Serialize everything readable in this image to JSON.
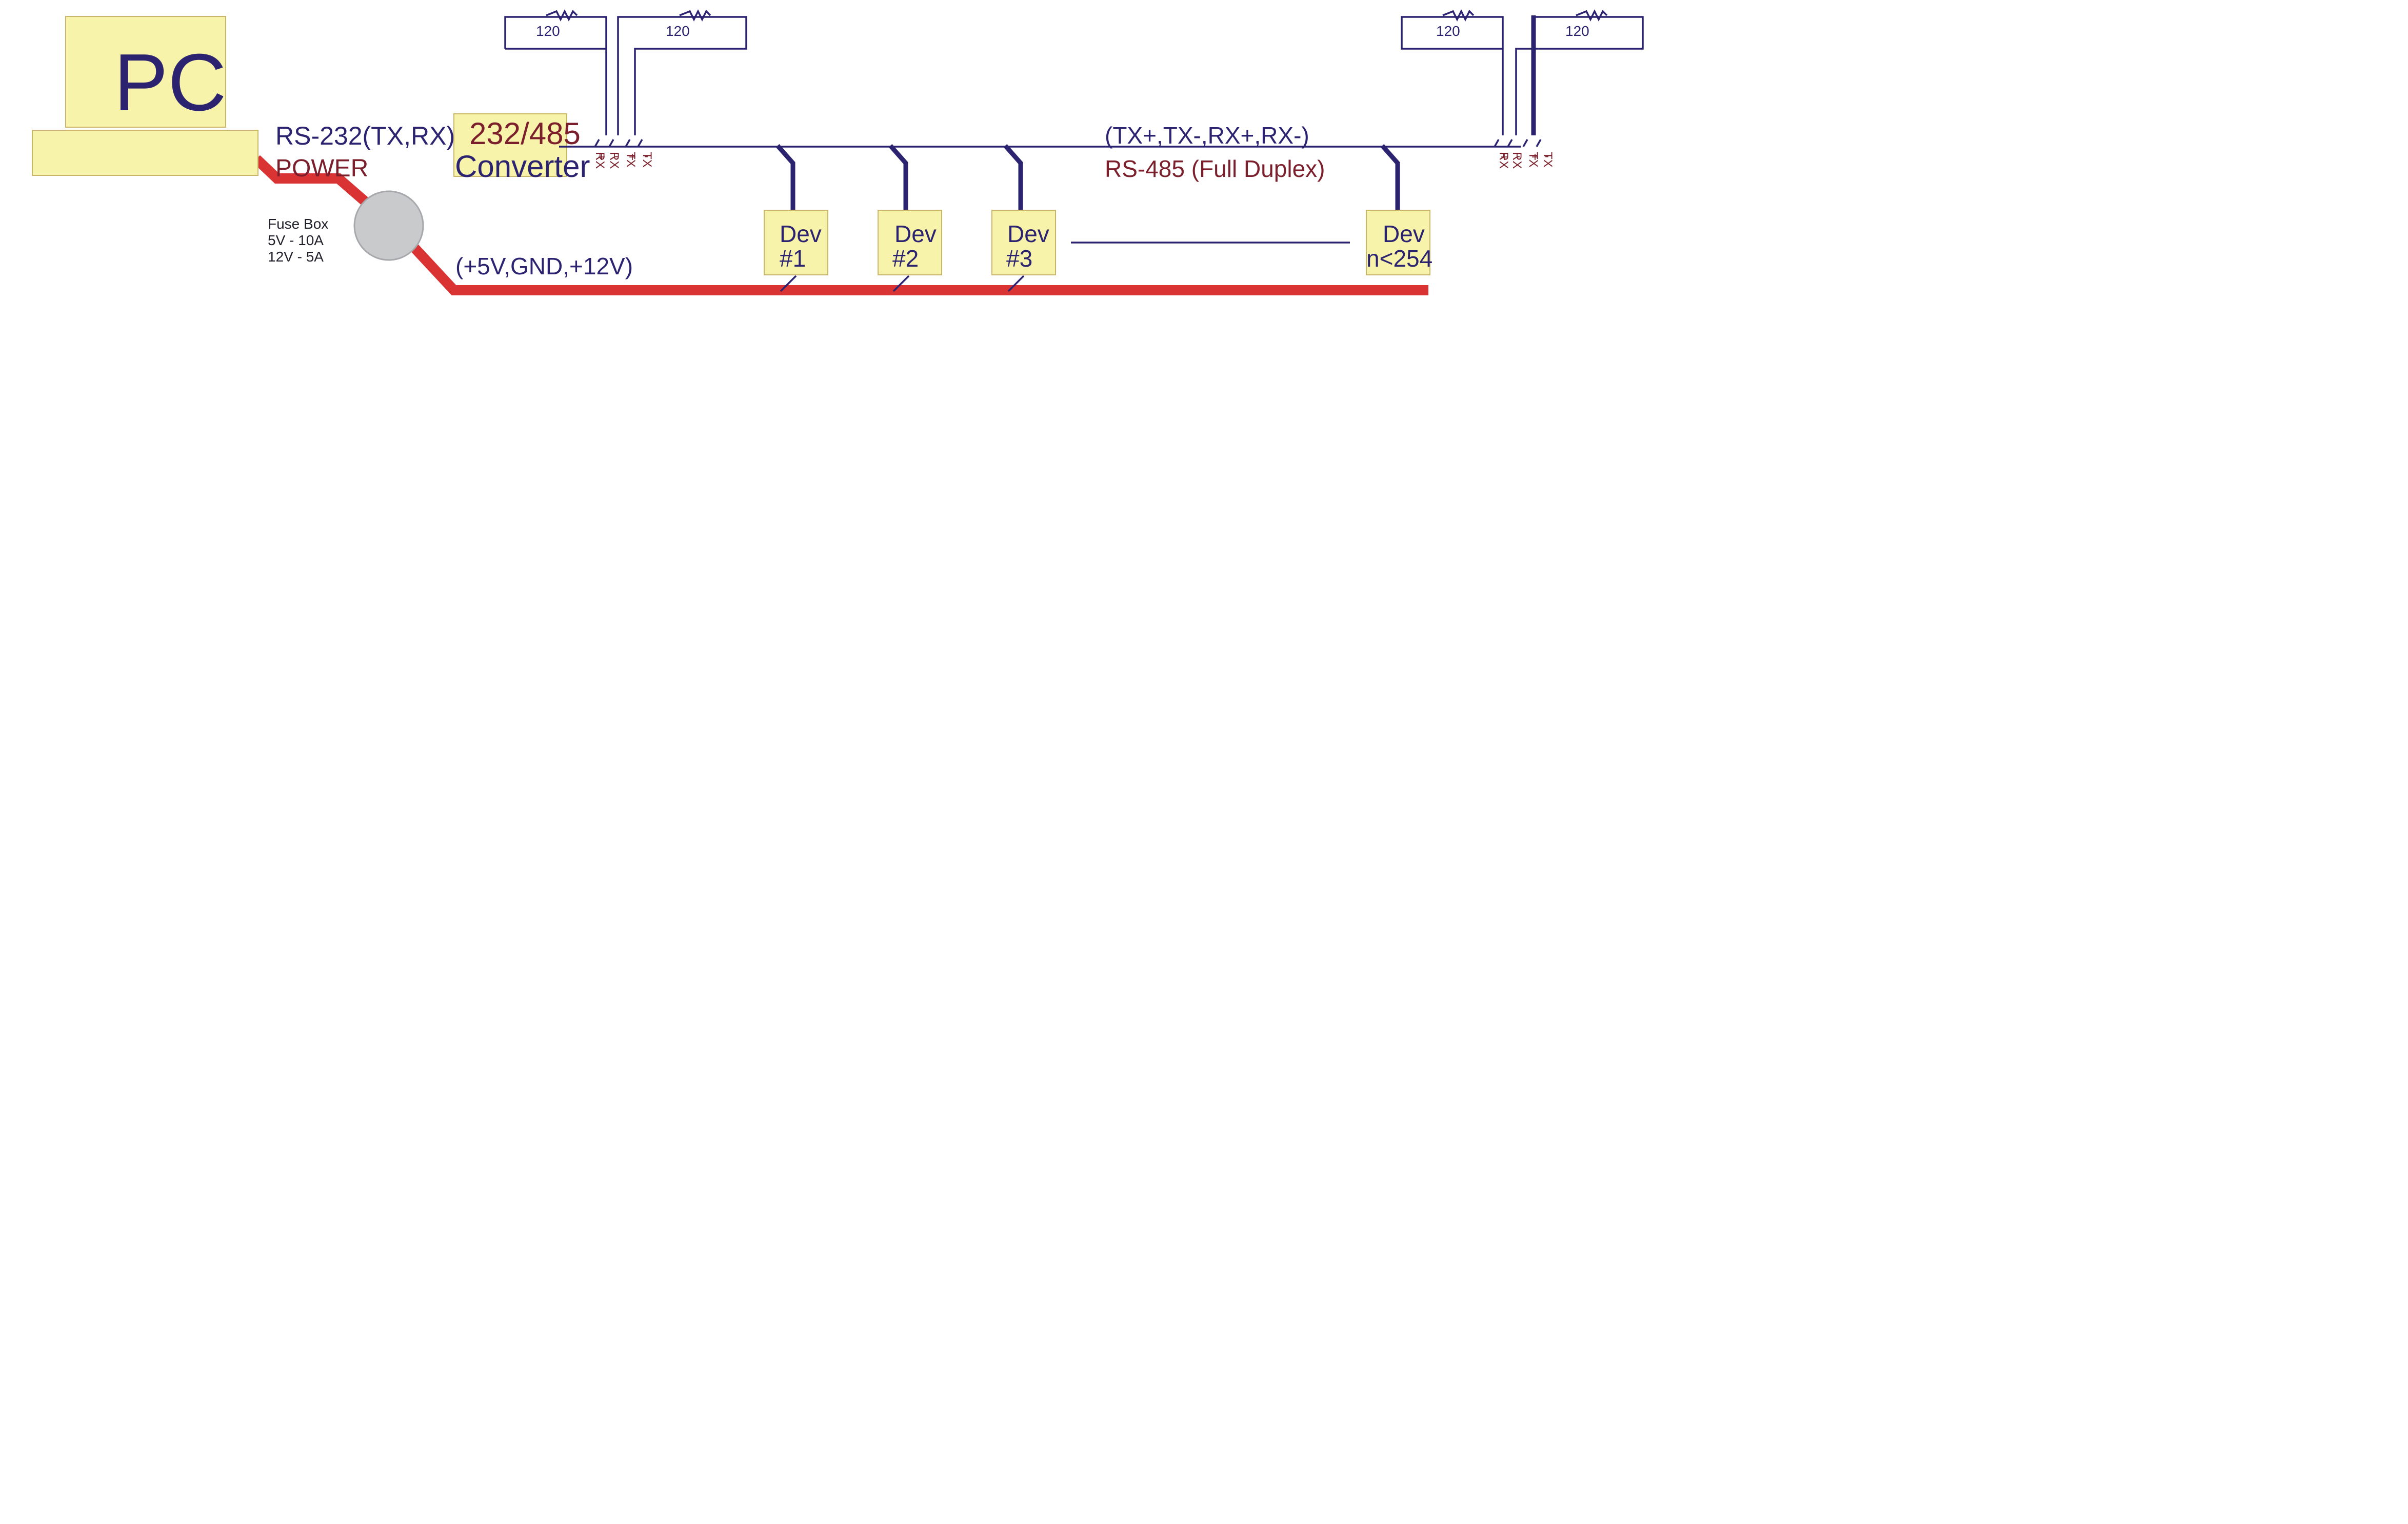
{
  "pc": {
    "label": "PC"
  },
  "rs232": {
    "label": "RS-232(TX,RX)"
  },
  "power": {
    "label": "POWER"
  },
  "converter": {
    "line1": "232/485",
    "line2": "Converter"
  },
  "fuse_box": {
    "title": "Fuse Box",
    "line1": "5V - 10A",
    "line2": "12V - 5A"
  },
  "supply": {
    "label": "(+5V,GND,+12V)"
  },
  "bus": {
    "signals": "(TX+,TX-,RX+,RX-)",
    "mode": "RS-485 (Full Duplex)"
  },
  "resistors": [
    {
      "value": "120"
    },
    {
      "value": "120"
    },
    {
      "value": "120"
    },
    {
      "value": "120"
    }
  ],
  "pins": {
    "a": "RX",
    "b": "RX",
    "c": "TX",
    "d": "TX",
    "plus": "+",
    "minus": "-"
  },
  "devices": [
    {
      "line1": "Dev",
      "line2": "#1"
    },
    {
      "line1": "Dev",
      "line2": "#2"
    },
    {
      "line1": "Dev",
      "line2": "#3"
    },
    {
      "line1": "Dev",
      "line2": "n<254"
    }
  ],
  "colors": {
    "box_fill": "#f8f3aa",
    "line": "#2b2370",
    "power": "#d93333",
    "accent": "#7a1f2b"
  }
}
